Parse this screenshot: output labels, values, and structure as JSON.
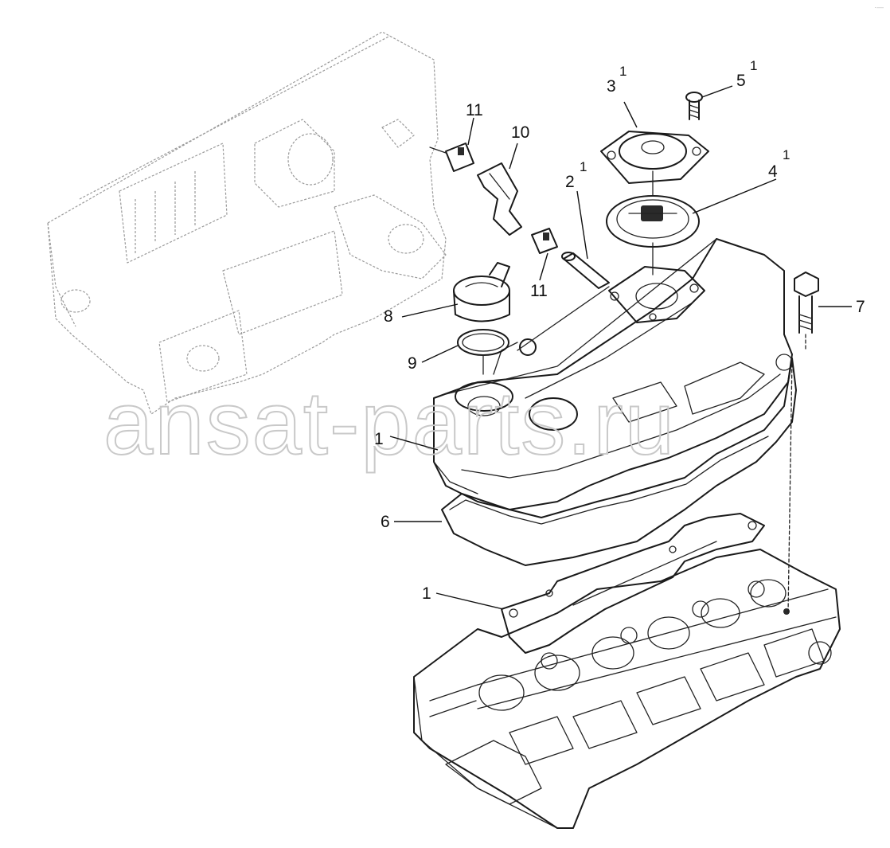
{
  "watermark": "ansat-parts.ru",
  "corner_mark": "·—",
  "callouts": [
    {
      "id": "c-3",
      "num": "3",
      "sup": "1"
    },
    {
      "id": "c-5",
      "num": "5",
      "sup": "1"
    },
    {
      "id": "c-11a",
      "num": "11",
      "sup": ""
    },
    {
      "id": "c-10",
      "num": "10",
      "sup": ""
    },
    {
      "id": "c-2",
      "num": "2",
      "sup": "1"
    },
    {
      "id": "c-4",
      "num": "4",
      "sup": "1"
    },
    {
      "id": "c-11b",
      "num": "11",
      "sup": ""
    },
    {
      "id": "c-8",
      "num": "8",
      "sup": ""
    },
    {
      "id": "c-7",
      "num": "7",
      "sup": ""
    },
    {
      "id": "c-9",
      "num": "9",
      "sup": ""
    },
    {
      "id": "c-1a",
      "num": "1",
      "sup": ""
    },
    {
      "id": "c-6",
      "num": "6",
      "sup": ""
    },
    {
      "id": "c-1b",
      "num": "1",
      "sup": ""
    }
  ]
}
